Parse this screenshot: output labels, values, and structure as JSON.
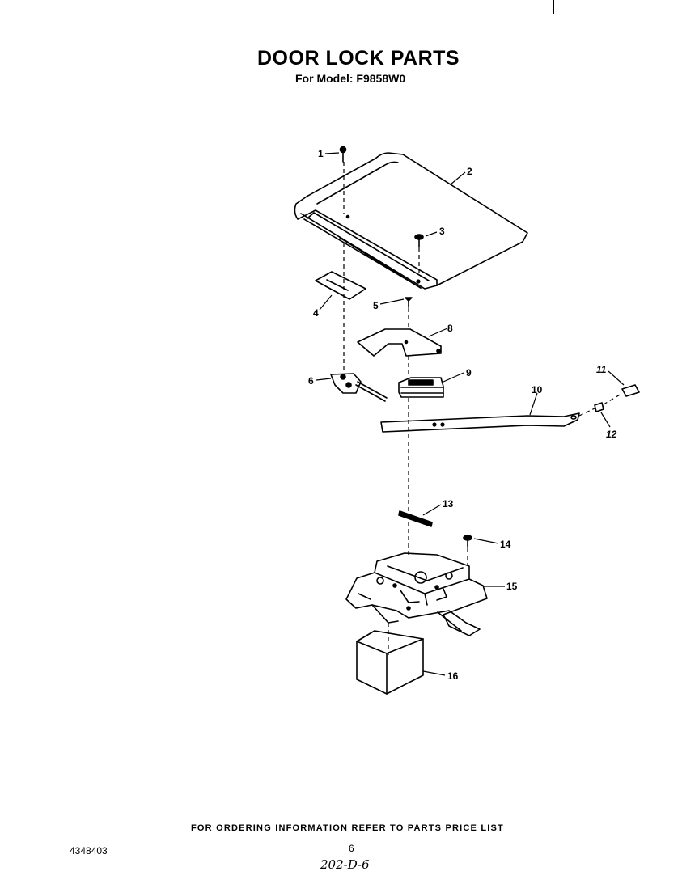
{
  "header": {
    "title": "DOOR LOCK PARTS",
    "model_line": "For Model: F9858W0"
  },
  "diagram": {
    "callouts": [
      "1",
      "2",
      "3",
      "4",
      "5",
      "8",
      "9",
      "6",
      "10",
      "11",
      "12",
      "13",
      "14",
      "15",
      "16"
    ]
  },
  "footer": {
    "note": "FOR ORDERING INFORMATION REFER TO PARTS PRICE LIST",
    "doc_number": "4348403",
    "page_number": "6",
    "handwritten_code": "202-D-6"
  }
}
